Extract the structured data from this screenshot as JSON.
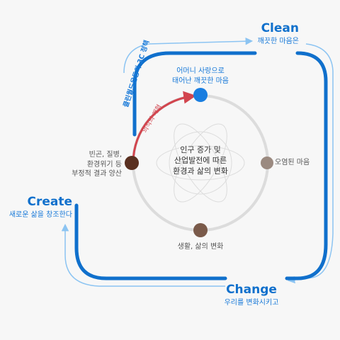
{
  "center": {
    "line1": "인구 증가 및",
    "line2": "산업발전에 따른",
    "line3": "환경과 삶의 변화"
  },
  "nodes": {
    "top": {
      "line1": "어머니 사랑으로",
      "line2": "태어난 깨끗한 마음"
    },
    "right": {
      "label": "오염된 마음"
    },
    "bottom": {
      "label": "생활, 삶의 변화"
    },
    "left": {
      "line1": "빈곤, 질병,",
      "line2": "환경위기 등",
      "line3": "부정적 결과 양산"
    }
  },
  "arc_label": "의식의 개혁",
  "policy_label": "클린월드운동의 3C 정책",
  "c_words": {
    "clean": {
      "title": "Clean",
      "subtitle": "깨끗한 마음은"
    },
    "create": {
      "title": "Create",
      "subtitle": "새로운 삶을 창조한다"
    },
    "change": {
      "title": "Change",
      "subtitle": "우리를 변화시키고"
    }
  },
  "colors": {
    "primary_blue": "#1070cc",
    "light_blue": "#8cc4f2",
    "node_top": "#1a7ee0",
    "node_right": "#9b8a80",
    "node_bottom": "#7a5a4a",
    "node_left": "#5a3020",
    "arc_red": "#d2454e",
    "ring_gray": "#dcdcdc"
  }
}
